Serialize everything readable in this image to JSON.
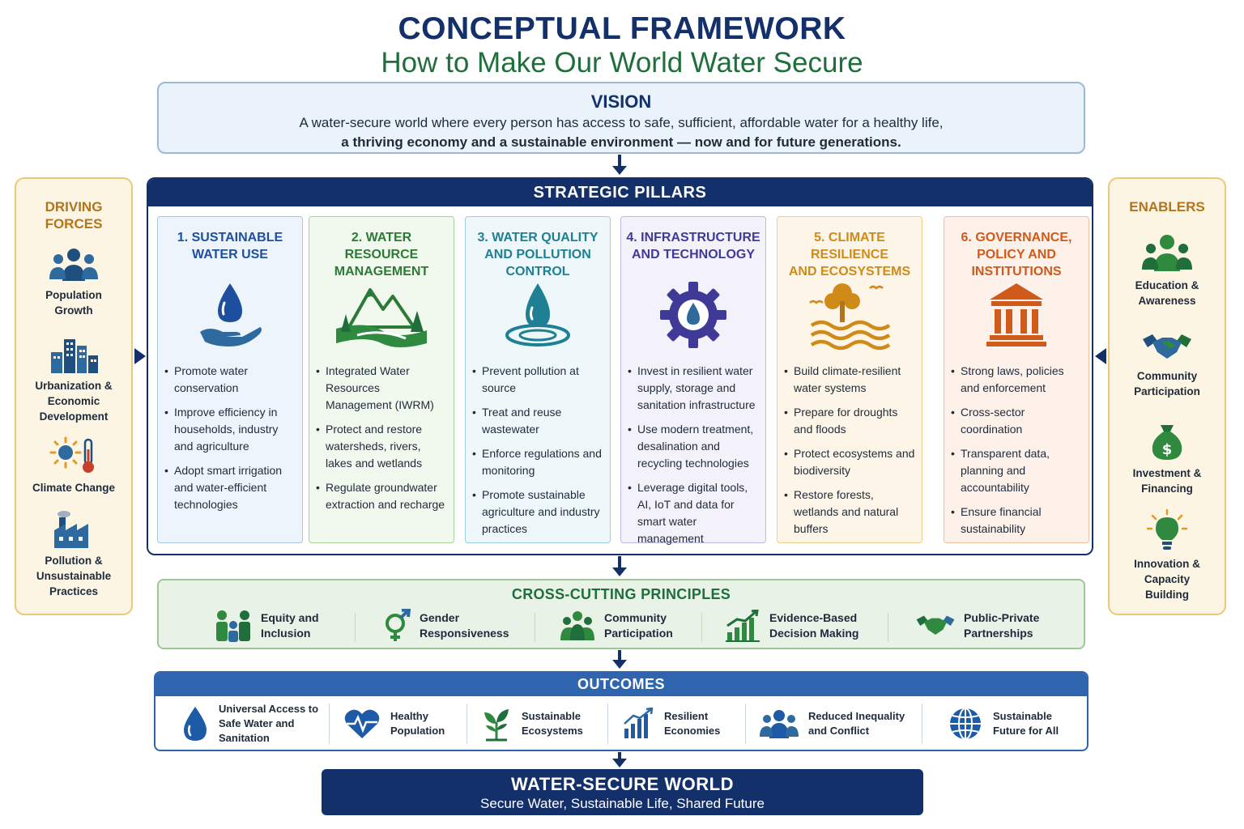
{
  "header": {
    "title": "CONCEPTUAL FRAMEWORK",
    "subtitle": "How to Make Our World Water Secure"
  },
  "vision": {
    "heading": "VISION",
    "line1": "A water-secure world where every person has access to safe, sufficient, affordable water for a healthy life,",
    "line2": "a thriving economy and a sustainable environment — now and for future generations."
  },
  "driving_forces": {
    "heading_line1": "DRIVING",
    "heading_line2": "FORCES",
    "items": [
      {
        "l1": "Population",
        "l2": "Growth",
        "l3": "",
        "icon": "people-icon"
      },
      {
        "l1": "Urbanization &",
        "l2": "Economic",
        "l3": "Development",
        "icon": "city-icon"
      },
      {
        "l1": "Climate Change",
        "l2": "",
        "l3": "",
        "icon": "sun-thermometer-icon"
      },
      {
        "l1": "Pollution &",
        "l2": "Unsustainable",
        "l3": "Practices",
        "icon": "factory-icon"
      }
    ]
  },
  "enablers": {
    "heading": "ENABLERS",
    "items": [
      {
        "l1": "Education &",
        "l2": "Awareness",
        "l3": "",
        "icon": "group-icon"
      },
      {
        "l1": "Community",
        "l2": "Participation",
        "l3": "",
        "icon": "handshake-icon"
      },
      {
        "l1": "Investment &",
        "l2": "Financing",
        "l3": "",
        "icon": "money-bag-icon"
      },
      {
        "l1": "Innovation &",
        "l2": "Capacity",
        "l3": "Building",
        "icon": "lightbulb-icon"
      }
    ]
  },
  "pillars": {
    "heading": "STRATEGIC PILLARS",
    "items": [
      {
        "t1": "1. SUSTAINABLE",
        "t2": "WATER USE",
        "t3": "",
        "color": "#1d4f9e",
        "bg": "#eef4fc",
        "border": "#a9c4e6",
        "bullets": [
          "Promote water conservation",
          "Improve efficiency in households, industry and agriculture",
          "Adopt smart irrigation and water-efficient technologies"
        ]
      },
      {
        "t1": "2. WATER RESOURCE",
        "t2": "MANAGEMENT",
        "t3": "",
        "color": "#2d7a36",
        "bg": "#f1f8ee",
        "border": "#a9d19e",
        "bullets": [
          "Integrated Water Resources Management (IWRM)",
          "Protect and restore watersheds, rivers, lakes and wetlands",
          "Regulate groundwater extraction and recharge"
        ]
      },
      {
        "t1": "3. WATER QUALITY",
        "t2": "AND POLLUTION",
        "t3": "CONTROL",
        "color": "#1f7f93",
        "bg": "#eef7fa",
        "border": "#9fcfdb",
        "bullets": [
          "Prevent pollution at source",
          "Treat and reuse wastewater",
          "Enforce regulations and monitoring",
          "Promote sustainable agriculture and industry practices"
        ]
      },
      {
        "t1": "4. INFRASTRUCTURE",
        "t2": "AND TECHNOLOGY",
        "t3": "",
        "color": "#3f3a97",
        "bg": "#f3f2fb",
        "border": "#bdb8e2",
        "bullets": [
          "Invest in resilient water supply, storage and sanitation infrastructure",
          "Use modern treatment, desalination and recycling technologies",
          "Leverage digital tools, AI, IoT and data for smart water management"
        ]
      },
      {
        "t1": "5. CLIMATE RESILIENCE",
        "t2": "AND ECOSYSTEMS",
        "t3": "",
        "color": "#d08a18",
        "bg": "#fdf6e8",
        "border": "#efcf8f",
        "bullets": [
          "Build climate-resilient water systems",
          "Prepare for droughts and floods",
          "Protect ecosystems and biodiversity",
          "Restore forests, wetlands and natural buffers"
        ]
      },
      {
        "t1": "6. GOVERNANCE,",
        "t2": "POLICY AND",
        "t3": "INSTITUTIONS",
        "color": "#cf5a1a",
        "bg": "#fdf1ea",
        "border": "#f0bfa0",
        "bullets": [
          "Strong laws, policies and enforcement",
          "Cross-sector coordination",
          "Transparent data, planning and accountability",
          "Ensure financial sustainability"
        ]
      }
    ]
  },
  "cross_cutting": {
    "heading": "CROSS-CUTTING PRINCIPLES",
    "items": [
      {
        "l1": "Equity and",
        "l2": "Inclusion",
        "icon": "family-icon"
      },
      {
        "l1": "Gender",
        "l2": "Responsiveness",
        "icon": "gender-icon"
      },
      {
        "l1": "Community",
        "l2": "Participation",
        "icon": "community-icon"
      },
      {
        "l1": "Evidence-Based",
        "l2": "Decision Making",
        "icon": "bar-chart-icon"
      },
      {
        "l1": "Public-Private",
        "l2": "Partnerships",
        "icon": "handshake-icon"
      }
    ]
  },
  "outcomes": {
    "heading": "OUTCOMES",
    "items": [
      {
        "l1": "Universal Access to",
        "l2": "Safe Water and",
        "l3": "Sanitation",
        "icon": "water-drop-icon"
      },
      {
        "l1": "Healthy",
        "l2": "Population",
        "l3": "",
        "icon": "heart-pulse-icon"
      },
      {
        "l1": "Sustainable",
        "l2": "Ecosystems",
        "l3": "",
        "icon": "sprout-icon"
      },
      {
        "l1": "Resilient",
        "l2": "Economies",
        "l3": "",
        "icon": "growth-chart-icon"
      },
      {
        "l1": "Reduced Inequality",
        "l2": "and Conflict",
        "l3": "",
        "icon": "people-icon"
      },
      {
        "l1": "Sustainable",
        "l2": "Future for All",
        "l3": "",
        "icon": "globe-icon"
      }
    ]
  },
  "final": {
    "title": "WATER-SECURE WORLD",
    "subtitle": "Secure Water, Sustainable Life, Shared Future"
  },
  "colors": {
    "navy": "#14306b",
    "green": "#1f6e3c",
    "blue": "#2f64ae",
    "gold": "#b3741c"
  }
}
